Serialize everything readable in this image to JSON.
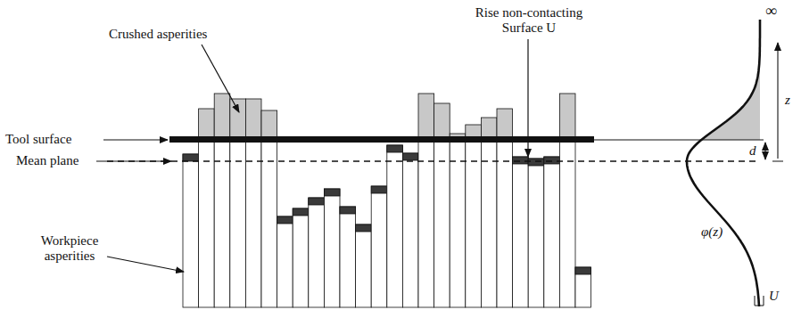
{
  "diagram": {
    "labels": [
      "Rise non-contacting Surface U",
      "Crushed asperities",
      "Tool surface",
      "Mean plane",
      "Workpiece asperities",
      "∞",
      "z",
      "d",
      "φ(z)",
      "U"
    ]
  }
}
